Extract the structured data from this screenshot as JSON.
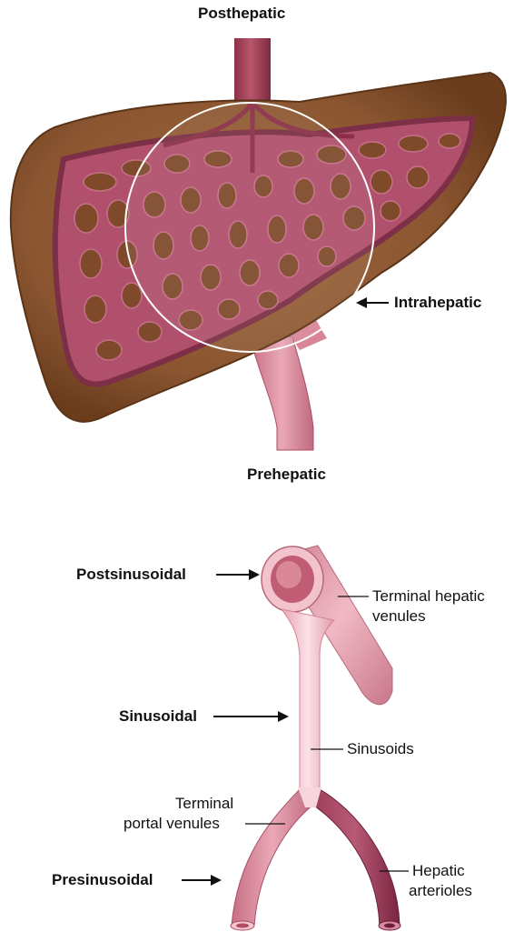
{
  "top_panel": {
    "label_top": "Posthepatic",
    "label_right": "Intrahepatic",
    "label_bottom": "Prehepatic"
  },
  "bottom_panel": {
    "left_labels": {
      "postsinusoidal": "Postsinusoidal",
      "sinusoidal": "Sinusoidal",
      "presinusoidal": "Presinusoidal"
    },
    "right_labels": {
      "terminal_hepatic_venules_line1": "Terminal hepatic",
      "terminal_hepatic_venules_line2": "venules",
      "sinusoids": "Sinusoids",
      "terminal_portal_venules_line1": "Terminal",
      "terminal_portal_venules_line2": "portal venules",
      "hepatic_arterioles_line1": "Hepatic",
      "hepatic_arterioles_line2": "arterioles"
    }
  },
  "colors": {
    "liver": "#8a5530",
    "liver_edge": "#5b3418",
    "vessel_dark": "#9c3e54",
    "vessel_light": "#e6a0b0",
    "vessel_pale": "#f4c9d2",
    "artery": "#8a2f4b"
  }
}
